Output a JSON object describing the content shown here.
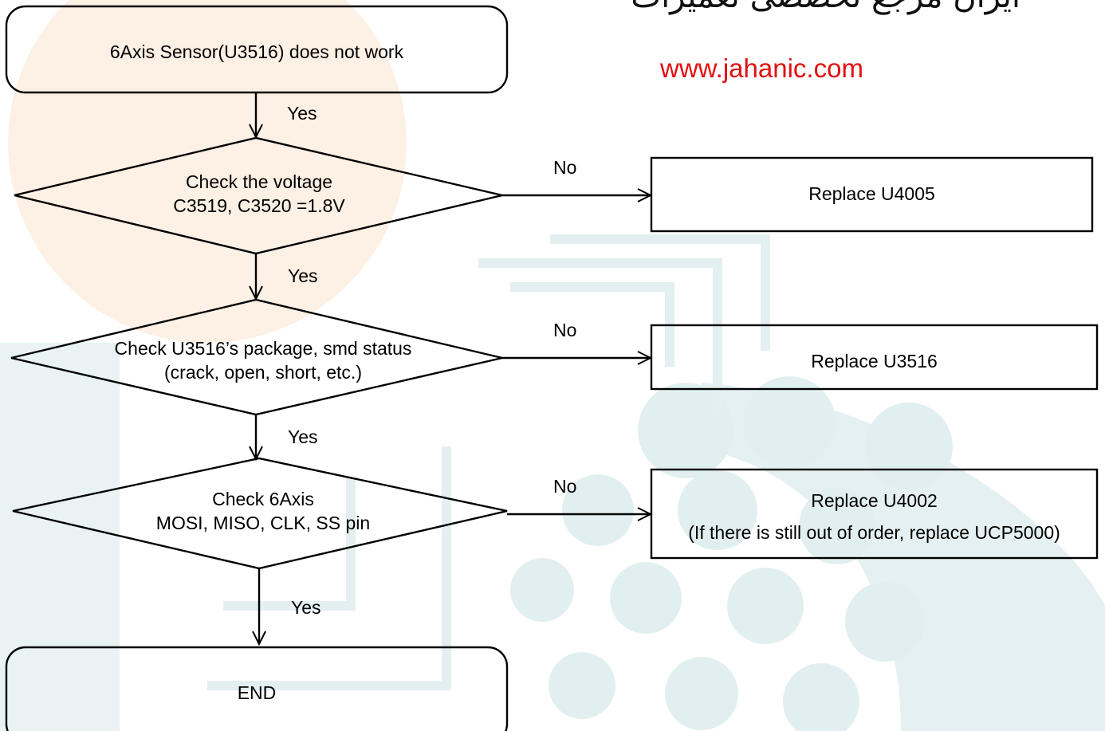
{
  "header": {
    "script_text": "ایران مرجع تخصصی تعمیرات",
    "url": "www.jahanic.com",
    "url_color": "#e11010"
  },
  "colors": {
    "stroke": "#000000",
    "watermark_orange": "#fdeee0",
    "watermark_teal": "#dfeff0"
  },
  "nodes": {
    "start": {
      "text": "6Axis Sensor(U3516) does not work"
    },
    "check_voltage": {
      "lines": [
        "Check the voltage",
        "C3519, C3520 =1.8V"
      ]
    },
    "check_package": {
      "lines": [
        "Check U3516’s package, smd status",
        "(crack, open, short, etc.)"
      ]
    },
    "check_pins": {
      "lines": [
        "Check 6Axis",
        "MOSI, MISO, CLK, SS pin"
      ]
    },
    "end": {
      "text": "END"
    },
    "replace_u4005": {
      "text": "Replace U4005"
    },
    "replace_u3516": {
      "text": "Replace U3516"
    },
    "replace_u4002": {
      "lines": [
        "Replace U4002",
        "(If there is still out of order, replace UCP5000)"
      ]
    }
  },
  "edges": {
    "yes_1": "Yes",
    "yes_2": "Yes",
    "yes_3": "Yes",
    "yes_4": "Yes",
    "no_1": "No",
    "no_2": "No",
    "no_3": "No"
  }
}
